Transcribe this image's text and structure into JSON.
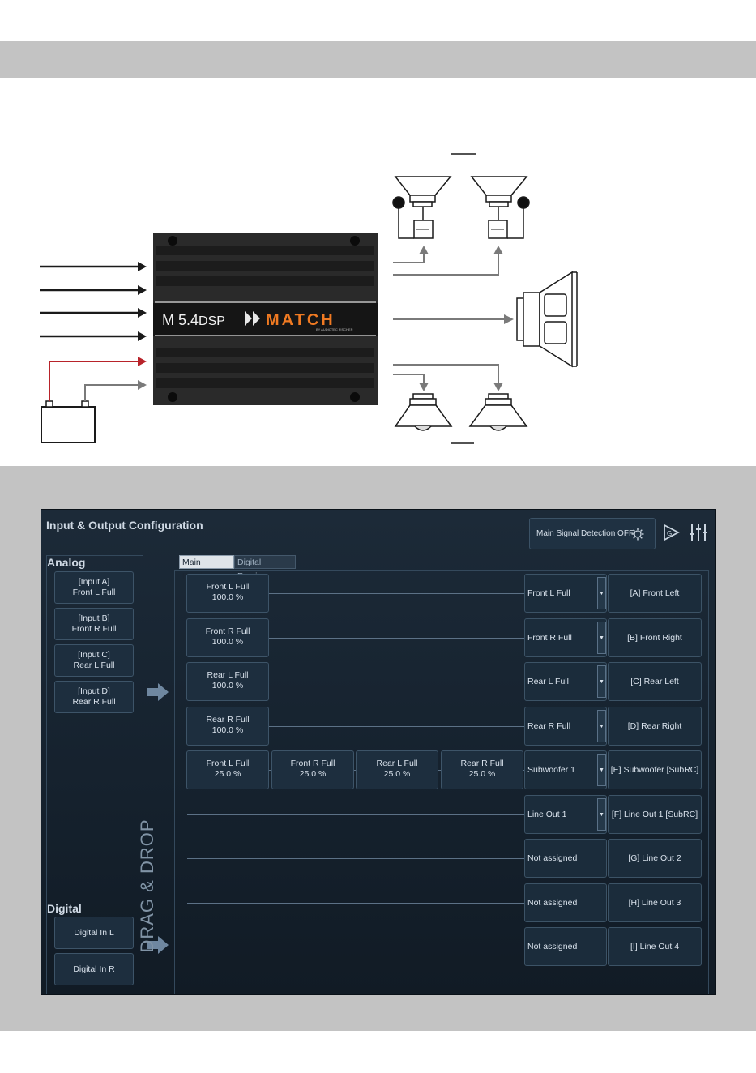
{
  "diagram": {
    "amp_model_prefix": "M 5.4",
    "amp_model_suffix": "DSP",
    "brand": "MATCH",
    "brand_sub": "BY AUDIOTEC FISCHER"
  },
  "app": {
    "title": "Input & Output Configuration",
    "signal_detection_label": "Main Signal Detection OFF",
    "icons": [
      "gear-icon",
      "play-icon",
      "equalizer-icon",
      "arrow-right-icon"
    ]
  },
  "left_panel": {
    "analog_label": "Analog",
    "analog_inputs": [
      {
        "line1": "[Input A]",
        "line2": "Front L Full"
      },
      {
        "line1": "[Input B]",
        "line2": "Front R Full"
      },
      {
        "line1": "[Input C]",
        "line2": "Rear L Full"
      },
      {
        "line1": "[Input D]",
        "line2": "Rear R Full"
      }
    ],
    "digital_label": "Digital",
    "digital_inputs": [
      "Digital In L",
      "Digital In R"
    ],
    "drag_drop_label": "DRAG & DROP"
  },
  "tabs": [
    "Main Routing",
    "Digital Routing"
  ],
  "routing": {
    "rows": [
      {
        "blocks": [
          {
            "name": "Front L Full",
            "value": "100.0 %"
          }
        ],
        "source": "Front L Full",
        "has_dropdown": true,
        "output": "[A] Front Left"
      },
      {
        "blocks": [
          {
            "name": "Front R Full",
            "value": "100.0 %"
          }
        ],
        "source": "Front R Full",
        "has_dropdown": true,
        "output": "[B] Front Right"
      },
      {
        "blocks": [
          {
            "name": "Rear L Full",
            "value": "100.0 %"
          }
        ],
        "source": "Rear L Full",
        "has_dropdown": true,
        "output": "[C] Rear Left"
      },
      {
        "blocks": [
          {
            "name": "Rear R Full",
            "value": "100.0 %"
          }
        ],
        "source": "Rear R Full",
        "has_dropdown": true,
        "output": "[D] Rear Right"
      },
      {
        "blocks": [
          {
            "name": "Front L Full",
            "value": "25.0 %"
          },
          {
            "name": "Front R Full",
            "value": "25.0 %"
          },
          {
            "name": "Rear L Full",
            "value": "25.0 %"
          },
          {
            "name": "Rear R Full",
            "value": "25.0 %"
          }
        ],
        "source": "Subwoofer 1",
        "has_dropdown": true,
        "output": "[E] Subwoofer [SubRC]"
      },
      {
        "blocks": [],
        "source": "Line Out 1",
        "has_dropdown": true,
        "output": "[F] Line Out 1 [SubRC]"
      },
      {
        "blocks": [],
        "source": "Not assigned",
        "has_dropdown": false,
        "output": "[G] Line Out 2"
      },
      {
        "blocks": [],
        "source": "Not assigned",
        "has_dropdown": false,
        "output": "[H] Line Out 3"
      },
      {
        "blocks": [],
        "source": "Not assigned",
        "has_dropdown": false,
        "output": "[I] Line Out 4"
      }
    ]
  }
}
